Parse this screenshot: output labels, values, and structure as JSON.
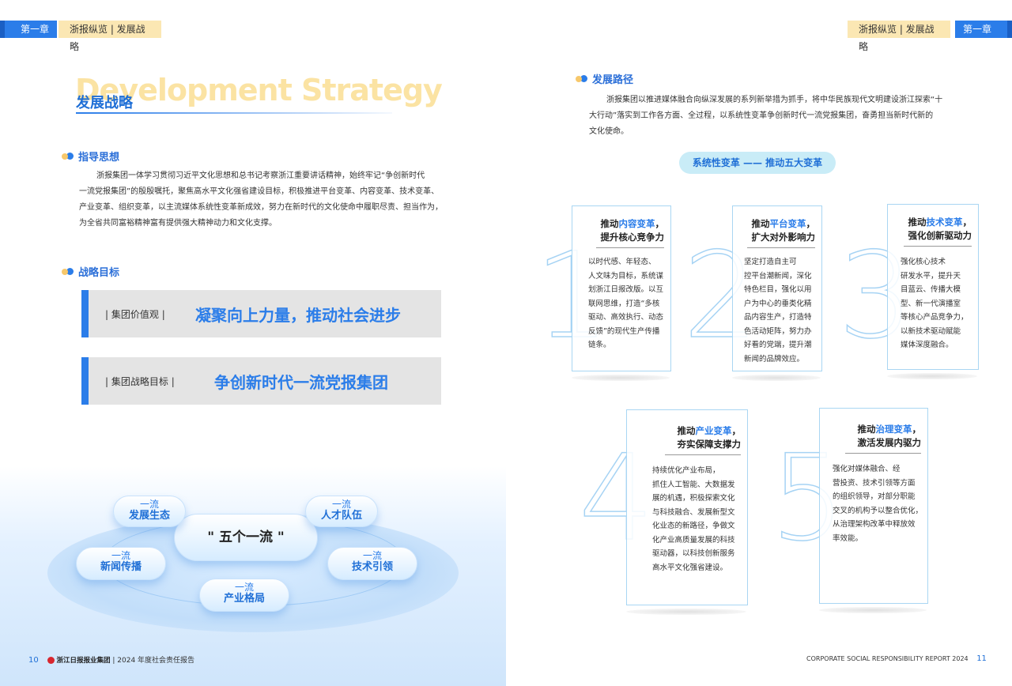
{
  "left": {
    "header": {
      "chapter": "第一章",
      "section": "浙报纵览 | 发展战略"
    },
    "title_bg": "Development Strategy",
    "title": "发展战略",
    "guiding": {
      "heading": "指导思想",
      "text": "浙报集团一体学习贯彻习近平文化思想和总书记考察浙江重要讲话精神，始终牢记“争创新时代一流党报集团”的殷殷嘱托，聚焦高水平文化强省建设目标，积极推进平台变革、内容变革、技术变革、产业变革、组织变革，以主流媒体系统性变革新成效，努力在新时代的文化使命中履职尽责、担当作为，为全省共同富裕精神富有提供强大精神动力和文化支撑。",
      "lines": [
        "浙报集团一体学习贯彻习近平文化思想和总书记考察浙江重要讲话精神，始终牢记“争创新时代",
        "一流党报集团”的殷殷嘱托，聚焦高水平文化强省建设目标，积极推进平台变革、内容变革、技术变革、",
        "产业变革、组织变革，以主流媒体系统性变革新成效，努力在新时代的文化使命中履职尽责、担当作为，",
        "为全省共同富裕精神富有提供强大精神动力和文化支撑。"
      ]
    },
    "goals": {
      "heading": "战略目标",
      "items": [
        {
          "label": "集团价值观",
          "value": "凝聚向上力量，推动社会进步"
        },
        {
          "label": "集团战略目标",
          "value": "争创新时代一流党报集团"
        }
      ]
    },
    "five": {
      "center": "\" 五个一流 \"",
      "items": [
        {
          "top": "一流",
          "bottom": "发展生态"
        },
        {
          "top": "一流",
          "bottom": "人才队伍"
        },
        {
          "top": "一流",
          "bottom": "新闻传播"
        },
        {
          "top": "一流",
          "bottom": "技术引领"
        },
        {
          "top": "一流",
          "bottom": "产业格局"
        }
      ]
    },
    "footer": {
      "page": "10",
      "logo_text": "浙江日报报业集团",
      "report": "2024 年度社会责任报告"
    }
  },
  "right": {
    "header": {
      "chapter": "第一章",
      "section": "浙报纵览 | 发展战略"
    },
    "path": {
      "heading": "发展路径",
      "lines": [
        "浙报集团以推进媒体融合向纵深发展的系列新举措为抓手，将中华民族现代文明建设浙江探索“十",
        "大行动”落实到工作各方面、全过程，以系统性变革争创新时代一流党报集团，奋勇担当新时代新的",
        "文化使命。"
      ]
    },
    "pill": "系统性变革 —— 推动五大变革",
    "cards": [
      {
        "num": "1",
        "pre": "推动",
        "hl": "内容变革",
        "post": "，",
        "line2": "提升核心竞争力",
        "lines": [
          "以时代感、年轻态、",
          "人文味为目标，系统谋",
          "划浙江日报改版。以互",
          "联网思维，打造“多核",
          "驱动、高效执行、动态",
          "反馈”的现代生产传播",
          "链条。"
        ]
      },
      {
        "num": "2",
        "pre": "推动",
        "hl": "平台变革",
        "post": "，",
        "line2": "扩大对外影响力",
        "lines": [
          "坚定打造自主可",
          "控平台潮新闻，深化",
          "特色栏目，强化以用",
          "户为中心的垂类化精",
          "品内容生产，打造特",
          "色活动矩阵，努力办",
          "好看的党端，提升潮",
          "新闻的品牌效应。"
        ]
      },
      {
        "num": "3",
        "pre": "推动",
        "hl": "技术变革",
        "post": "，",
        "line2": "强化创新驱动力",
        "lines": [
          "强化核心技术",
          "研发水平，提升天",
          "目蓝云、传播大模",
          "型、新一代演播室",
          "等核心产品竞争力，",
          "以新技术驱动赋能",
          "媒体深度融合。"
        ]
      },
      {
        "num": "4",
        "pre": "推动",
        "hl": "产业变革",
        "post": "，",
        "line2": "夯实保障支撑力",
        "lines": [
          "持续优化产业布局，",
          "抓住人工智能、大数据发",
          "展的机遇，积极探索文化",
          "与科技融合、发展新型文",
          "化业态的新路径，争做文",
          "化产业高质量发展的科技",
          "驱动器，以科技创新服务",
          "高水平文化强省建设。"
        ]
      },
      {
        "num": "5",
        "pre": "推动",
        "hl": "治理变革",
        "post": "，",
        "line2": "激活发展内驱力",
        "lines": [
          "强化对媒体融合、经",
          "营投资、技术引领等方面",
          "的组织领导，对部分职能",
          "交叉的机构予以整合优化，",
          "从治理架构改革中释放效",
          "率效能。"
        ]
      }
    ],
    "footer": {
      "report": "CORPORATE SOCIAL RESPONSIBILITY REPORT 2024",
      "page": "11"
    }
  }
}
